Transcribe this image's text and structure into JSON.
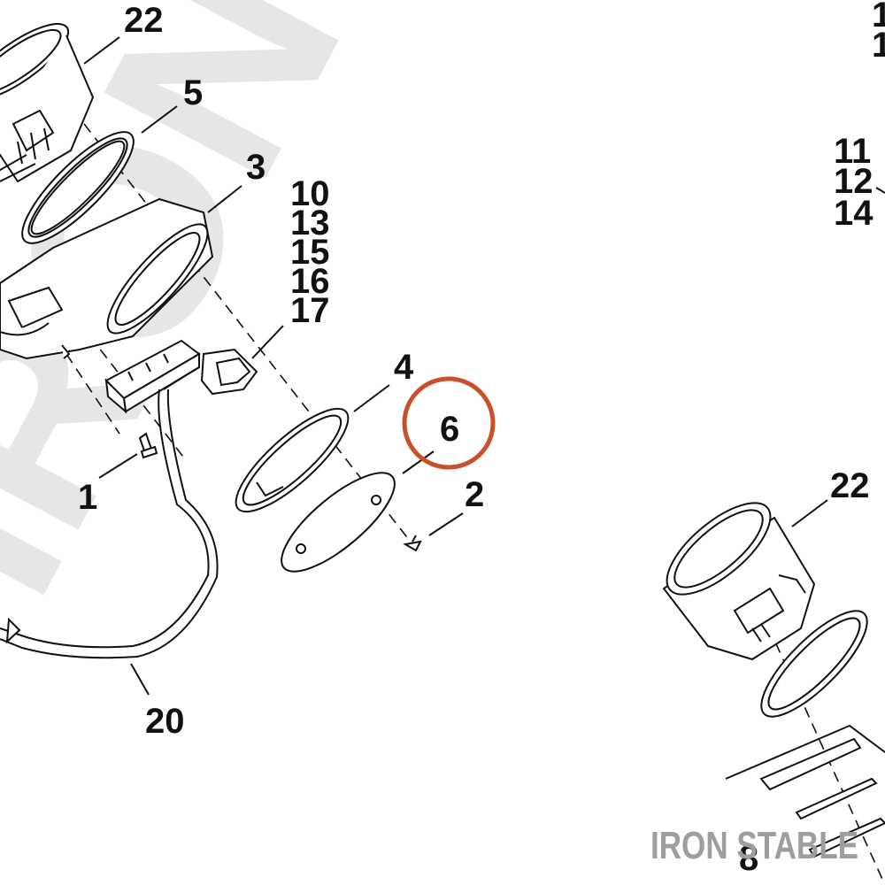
{
  "watermark": {
    "large_text": "IRON STABLE",
    "brand_text": "IRON STABLE",
    "color": "#e6e6e6",
    "brand_color": "#9e9e9e"
  },
  "highlight": {
    "part_number": "6",
    "color": "#c8502a"
  },
  "callouts": {
    "n22_top": "22",
    "n5": "5",
    "n3": "3",
    "stack_left": [
      "10",
      "13",
      "15",
      "16",
      "17"
    ],
    "n4": "4",
    "n6": "6",
    "n2": "2",
    "n1": "1",
    "n20": "20",
    "n22_right": "22",
    "n8": "8",
    "stack_right": [
      "11",
      "12",
      "14"
    ],
    "edge_top_right": [
      "1",
      "1"
    ]
  },
  "colors": {
    "line": "#111111",
    "label": "#111111",
    "background": "#ffffff"
  }
}
